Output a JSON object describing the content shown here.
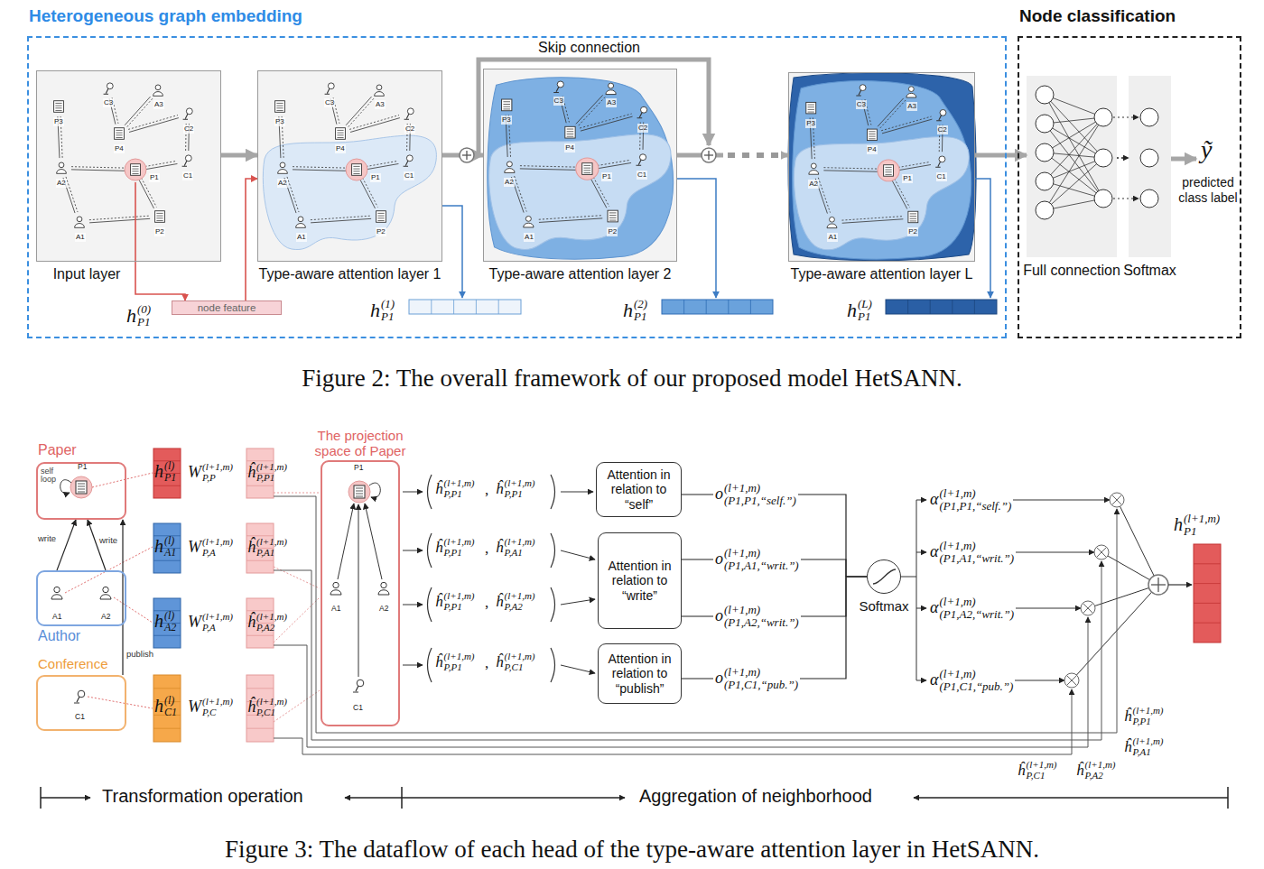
{
  "diagram": {
    "caption": "Figure 3: The dataflow of each head of the type-aware attention layer in HetSANN.",
    "nodes": [
      {
        "text": [
          "Heterogeneous graph embedding"
        ]
      },
      {
        "text": [
          "Input layer",
          "P3",
          "C3",
          "A3",
          "C2",
          "P4",
          "A2",
          "P1",
          "C1",
          "A1",
          "P2"
        ],
        "in": 0
      },
      {
        "text": [
          "Type-aware attention layer 1",
          "P3",
          "C3",
          "A3",
          "C2",
          "P4",
          "A2",
          "P1",
          "C1",
          "A1",
          "P2"
        ],
        "in": 0
      },
      {
        "text": [
          "Type-aware attention layer 2",
          "P3",
          "C3",
          "A3",
          "C2",
          "P4",
          "A2",
          "P1",
          "C1",
          "A1",
          "P2"
        ],
        "in": 0
      },
      {
        "text": [
          "Type-aware attention layer L",
          "P3",
          "C3",
          "A3",
          "C2",
          "P4",
          "A2",
          "P1",
          "C1",
          "A1",
          "P2"
        ],
        "in": 0
      },
      {
        "text": [
          "node feature"
        ],
        "in": 0
      },
      {
        "text": [
          "Node classification"
        ]
      },
      {
        "text": [
          "Full connection"
        ],
        "in": 6
      },
      {
        "text": [
          "Softmax"
        ],
        "in": 6
      },
      {
        "text": [
          "Paper",
          "self loop",
          "P1"
        ]
      },
      {
        "text": [
          "Author",
          "A1",
          "A2"
        ]
      },
      {
        "text": [
          "Conference",
          "C1"
        ]
      },
      {
        "text": [
          "The projection space of Paper",
          "P1",
          "A1",
          "A2",
          "C1"
        ]
      },
      {
        "text": [
          "Attention in relation to “self”"
        ]
      },
      {
        "text": [
          "Attention in relation to “write”"
        ]
      },
      {
        "text": [
          "Attention in relation to “publish”"
        ]
      },
      {
        "text": [
          "Softmax"
        ]
      }
    ],
    "edges": [
      {
        "from": 1,
        "to": 2,
        "arrow": "to"
      },
      {
        "from": 2,
        "to": 3,
        "arrow": "to"
      },
      {
        "from": 3,
        "to": 4,
        "arrow": "to"
      },
      {
        "from": 4,
        "to": 7,
        "arrow": "to"
      },
      {
        "from": 1,
        "to": 5,
        "arrow": "to"
      },
      {
        "from": 5,
        "to": 2,
        "arrow": "to"
      },
      {
        "from": 7,
        "to": 8,
        "arrow": "to"
      },
      {
        "from": 10,
        "to": 9,
        "label": "write",
        "arrow": "to"
      },
      {
        "from": 10,
        "to": 9,
        "label": "write",
        "arrow": "to"
      },
      {
        "from": 11,
        "to": 9,
        "label": "publish",
        "arrow": "to"
      },
      {
        "from": 13,
        "to": 16,
        "arrow": "none"
      },
      {
        "from": 14,
        "to": 16,
        "arrow": "none"
      },
      {
        "from": 15,
        "to": 16,
        "arrow": "none"
      }
    ],
    "labels": [
      "Skip connection",
      "h",
      "(0)",
      "P1",
      "h",
      "(1)",
      "P1",
      "h",
      "(2)",
      "P1",
      "h",
      "(L)",
      "P1",
      "ỹ",
      "predicted class label",
      "Figure 2: The overall framework of our proposed model HetSANN.",
      "h",
      "(l)",
      "P1",
      "W",
      "(l+1,m)",
      "P,P",
      "ĥ",
      "(l+1,m)",
      "P,P1",
      "h",
      "(l)",
      "A1",
      "W",
      "(l+1,m)",
      "P,A",
      "ĥ",
      "(l+1,m)",
      "P,A1",
      "h",
      "(l)",
      "A2",
      "W",
      "(l+1,m)",
      "P,A",
      "ĥ",
      "(l+1,m)",
      "P,A2",
      "h",
      "(l)",
      "C1",
      "W",
      "(l+1,m)",
      "P,C",
      "ĥ",
      "(l+1,m)",
      "P,C1",
      "ĥ",
      "(l+1,m)",
      "P,P1",
      ",",
      "ĥ",
      "(l+1,m)",
      "P,P1",
      "ĥ",
      "(l+1,m)",
      "P,P1",
      ",",
      "ĥ",
      "(l+1,m)",
      "P,A1",
      "ĥ",
      "(l+1,m)",
      "P,P1",
      ",",
      "ĥ",
      "(l+1,m)",
      "P,A2",
      "ĥ",
      "(l+1,m)",
      "P,P1",
      ",",
      "ĥ",
      "(l+1,m)",
      "P,C1",
      "o",
      "(l+1,m)",
      "(P1,P1,“self.”)",
      "o",
      "(l+1,m)",
      "(P1,A1,“writ.”)",
      "o",
      "(l+1,m)",
      "(P1,A2,“writ.”)",
      "o",
      "(l+1,m)",
      "(P1,C1,“pub.”)",
      "α",
      "(l+1,m)",
      "(P1,P1,“self.”)",
      "α",
      "(l+1,m)",
      "(P1,A1,“writ.”)",
      "α",
      "(l+1,m)",
      "(P1,A2,“writ.”)",
      "α",
      "(l+1,m)",
      "(P1,C1,“pub.”)",
      "ĥ",
      "(l+1,m)",
      "P,P1",
      "ĥ",
      "(l+1,m)",
      "P,A1",
      "ĥ",
      "(l+1,m)",
      "P,A2",
      "ĥ",
      "(l+1,m)",
      "P,C1",
      "h",
      "(l+1,m)",
      "P1",
      "Transformation operation",
      "Aggregation of neighborhood"
    ]
  }
}
